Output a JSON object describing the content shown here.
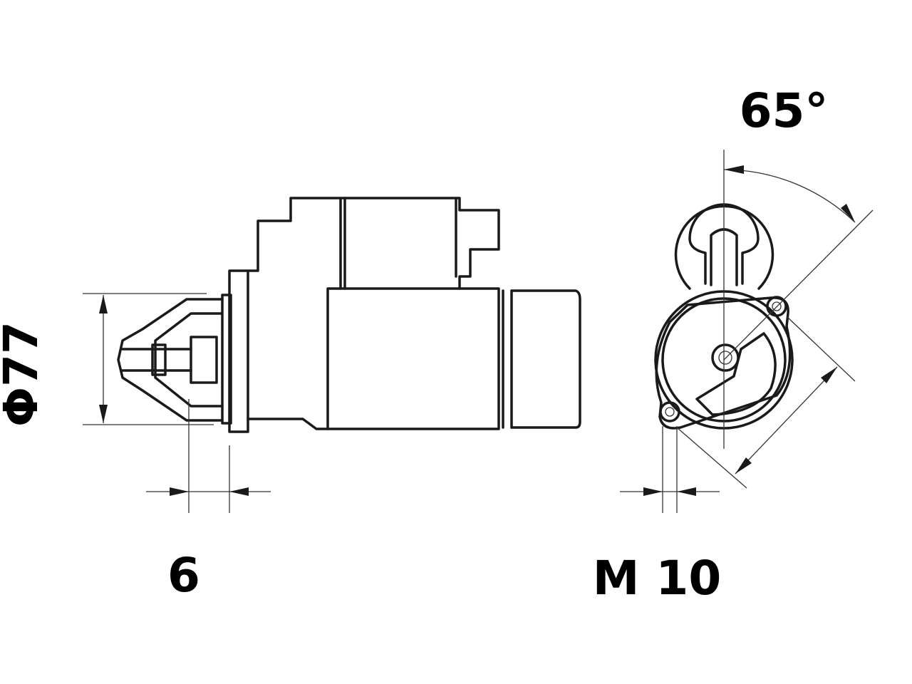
{
  "labels": {
    "diameter": "Φ77",
    "offset": "6",
    "angle": "65°",
    "thread": "M 10"
  },
  "colors": {
    "line": "#1a1a1a",
    "background": "#ffffff"
  }
}
